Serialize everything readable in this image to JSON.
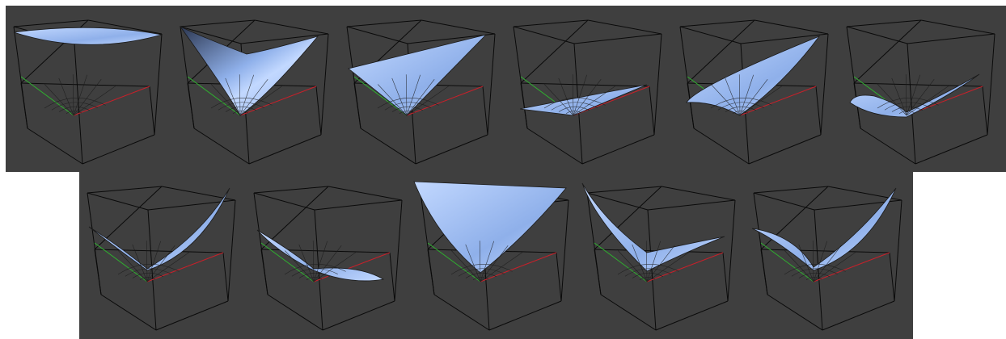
{
  "title": "",
  "colors": {
    "background": "#3f3f3f",
    "page": "#ffffff",
    "box_edge": "#0a0a0a",
    "axis_x": "#c8202a",
    "axis_y": "#2fb02f",
    "surface_light": "#c2d8ff",
    "surface_mid": "#8fb0ea",
    "surface_dark": "#2b3650",
    "mesh_line": "#1a1a1a"
  },
  "icons": [
    "cube-wireframe",
    "quadric-surface-patch"
  ],
  "rows": [
    {
      "name": "top-row",
      "panels": [
        {
          "name": "surface-1",
          "variant": "flat-top"
        },
        {
          "name": "surface-2",
          "variant": "bowl-dark"
        },
        {
          "name": "surface-3",
          "variant": "tilted-plane"
        },
        {
          "name": "surface-4",
          "variant": "low-plane"
        },
        {
          "name": "surface-5",
          "variant": "diagonal-ridge"
        },
        {
          "name": "surface-6",
          "variant": "curl-left"
        }
      ]
    },
    {
      "name": "bottom-row",
      "panels": [
        {
          "name": "surface-7",
          "variant": "scoop-right"
        },
        {
          "name": "surface-8",
          "variant": "curl-down"
        },
        {
          "name": "surface-9",
          "variant": "big-bowl"
        },
        {
          "name": "surface-10",
          "variant": "saddle-left"
        },
        {
          "name": "surface-11",
          "variant": "scoop-wide"
        }
      ]
    }
  ]
}
